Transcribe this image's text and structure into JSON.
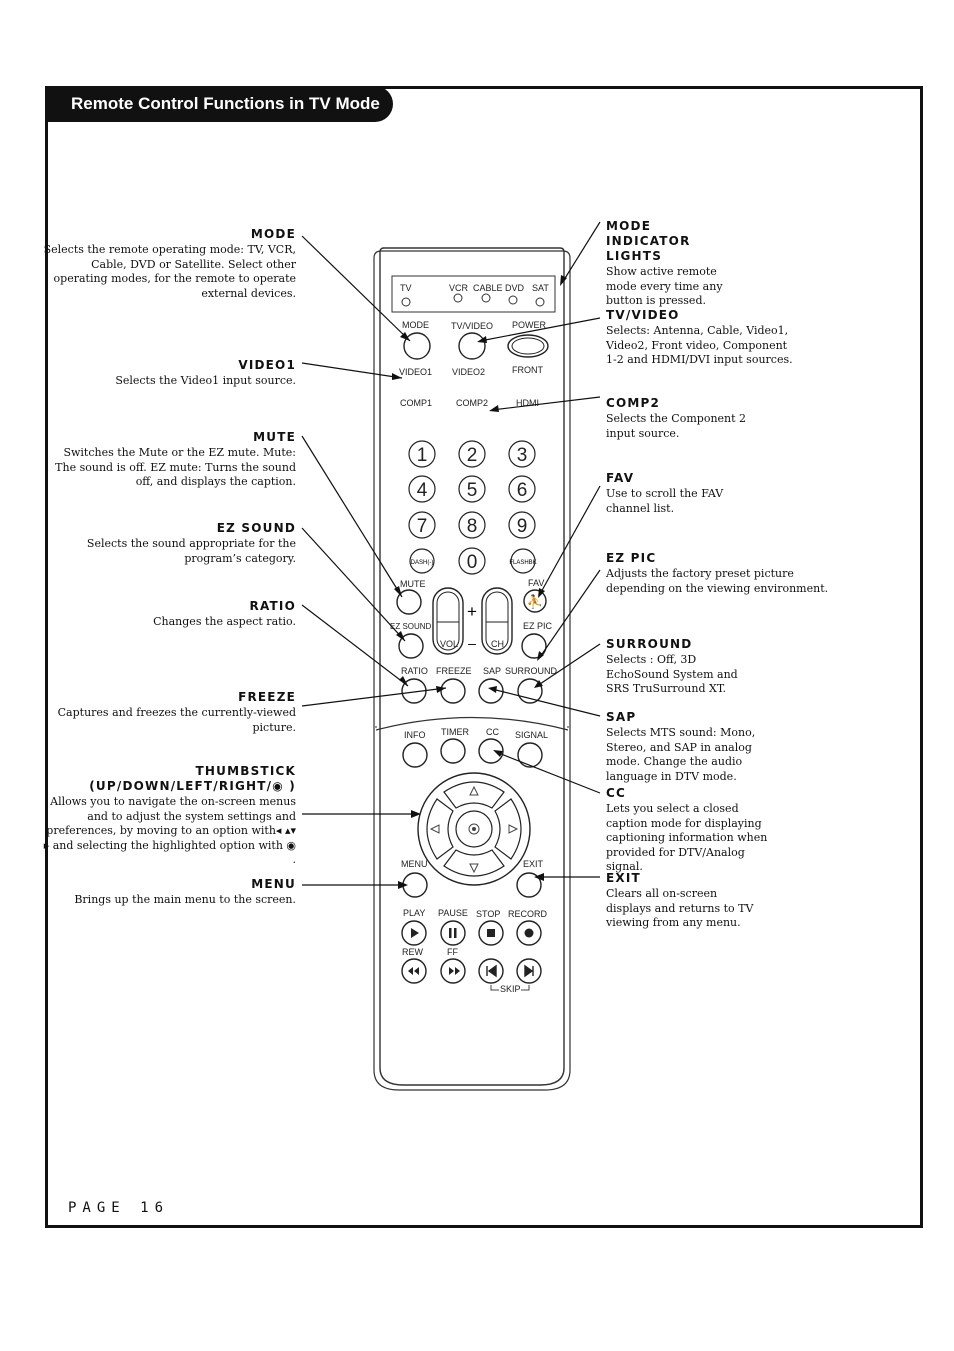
{
  "header": {
    "title": "Remote Control Functions in TV Mode"
  },
  "footer": {
    "page": "PAGE 16"
  },
  "remote": {
    "mode_lights": [
      "TV",
      "VCR",
      "CABLE",
      "DVD",
      "SAT"
    ],
    "row1": [
      "MODE",
      "TV/VIDEO",
      "POWER"
    ],
    "row2": [
      "VIDEO1",
      "VIDEO2",
      "FRONT"
    ],
    "row3": [
      "COMP1",
      "COMP2",
      "HDMI"
    ],
    "digits": [
      "1",
      "2",
      "3",
      "4",
      "5",
      "6",
      "7",
      "8",
      "9",
      "0"
    ],
    "dash": "DASH(-)",
    "flashbk": "FLASHBK",
    "mute": "MUTE",
    "fav": "FAV",
    "ez_sound": "EZ SOUND",
    "ez_pic": "EZ PIC",
    "vol": "VOL",
    "ch": "CH",
    "plus": "+",
    "minus": "–",
    "row_ratio": [
      "RATIO",
      "FREEZE",
      "SAP",
      "SURROUND"
    ],
    "row_info": [
      "INFO",
      "TIMER",
      "CC",
      "SIGNAL"
    ],
    "menu": "MENU",
    "exit": "EXIT",
    "transport": [
      "PLAY",
      "PAUSE",
      "STOP",
      "RECORD"
    ],
    "rew": "REW",
    "ff": "FF",
    "skip": "SKIP"
  },
  "callouts_left": [
    {
      "title": "MODE",
      "body": "Selects the remote operating mode: TV, VCR, Cable, DVD or Satellite. Select other operating modes, for the remote to operate external devices."
    },
    {
      "title": "VIDEO1",
      "body": "Selects the Video1 input source."
    },
    {
      "title": "MUTE",
      "body": "Switches the Mute or the EZ mute. Mute: The sound is off. EZ mute: Turns the sound off, and displays the caption."
    },
    {
      "title": "EZ SOUND",
      "body": "Selects the sound appropriate for the program’s category."
    },
    {
      "title": "RATIO",
      "body": "Changes the aspect ratio."
    },
    {
      "title": "FREEZE",
      "body": "Captures and freezes the currently-viewed picture."
    },
    {
      "title": "THUMBSTICK (UP/DOWN/LEFT/RIGHT/◉ )",
      "body": "Allows you to navigate the on-screen menus and to adjust the system settings and preferences, by moving to an option with◂ ▴▾ ▸ and selecting the highlighted option with ◉ ."
    },
    {
      "title": "MENU",
      "body": "Brings up the main menu to the screen."
    }
  ],
  "callouts_right": [
    {
      "title": "MODE INDICATOR LIGHTS",
      "body": "Show active remote mode every time any button is pressed."
    },
    {
      "title": "TV/VIDEO",
      "body": "Selects: Antenna, Cable, Video1, Video2, Front video, Component 1-2 and HDMI/DVI input sources."
    },
    {
      "title": "COMP2",
      "body": "Selects the Component 2 input source."
    },
    {
      "title": "FAV",
      "body": "Use to scroll the FAV channel list."
    },
    {
      "title": "EZ PIC",
      "body": "Adjusts the factory preset picture depending on the viewing environment."
    },
    {
      "title": "SURROUND",
      "body": "Selects : Off, 3D EchoSound System and SRS TruSurround XT."
    },
    {
      "title": "SAP",
      "body": "Selects MTS sound: Mono, Stereo, and SAP in analog mode. Change the audio language in DTV mode."
    },
    {
      "title": "CC",
      "body": "Lets you select a closed caption mode for displaying captioning information when provided for DTV/Analog signal."
    },
    {
      "title": "EXIT",
      "body": "Clears all on-screen displays and returns to TV viewing from any menu."
    }
  ]
}
